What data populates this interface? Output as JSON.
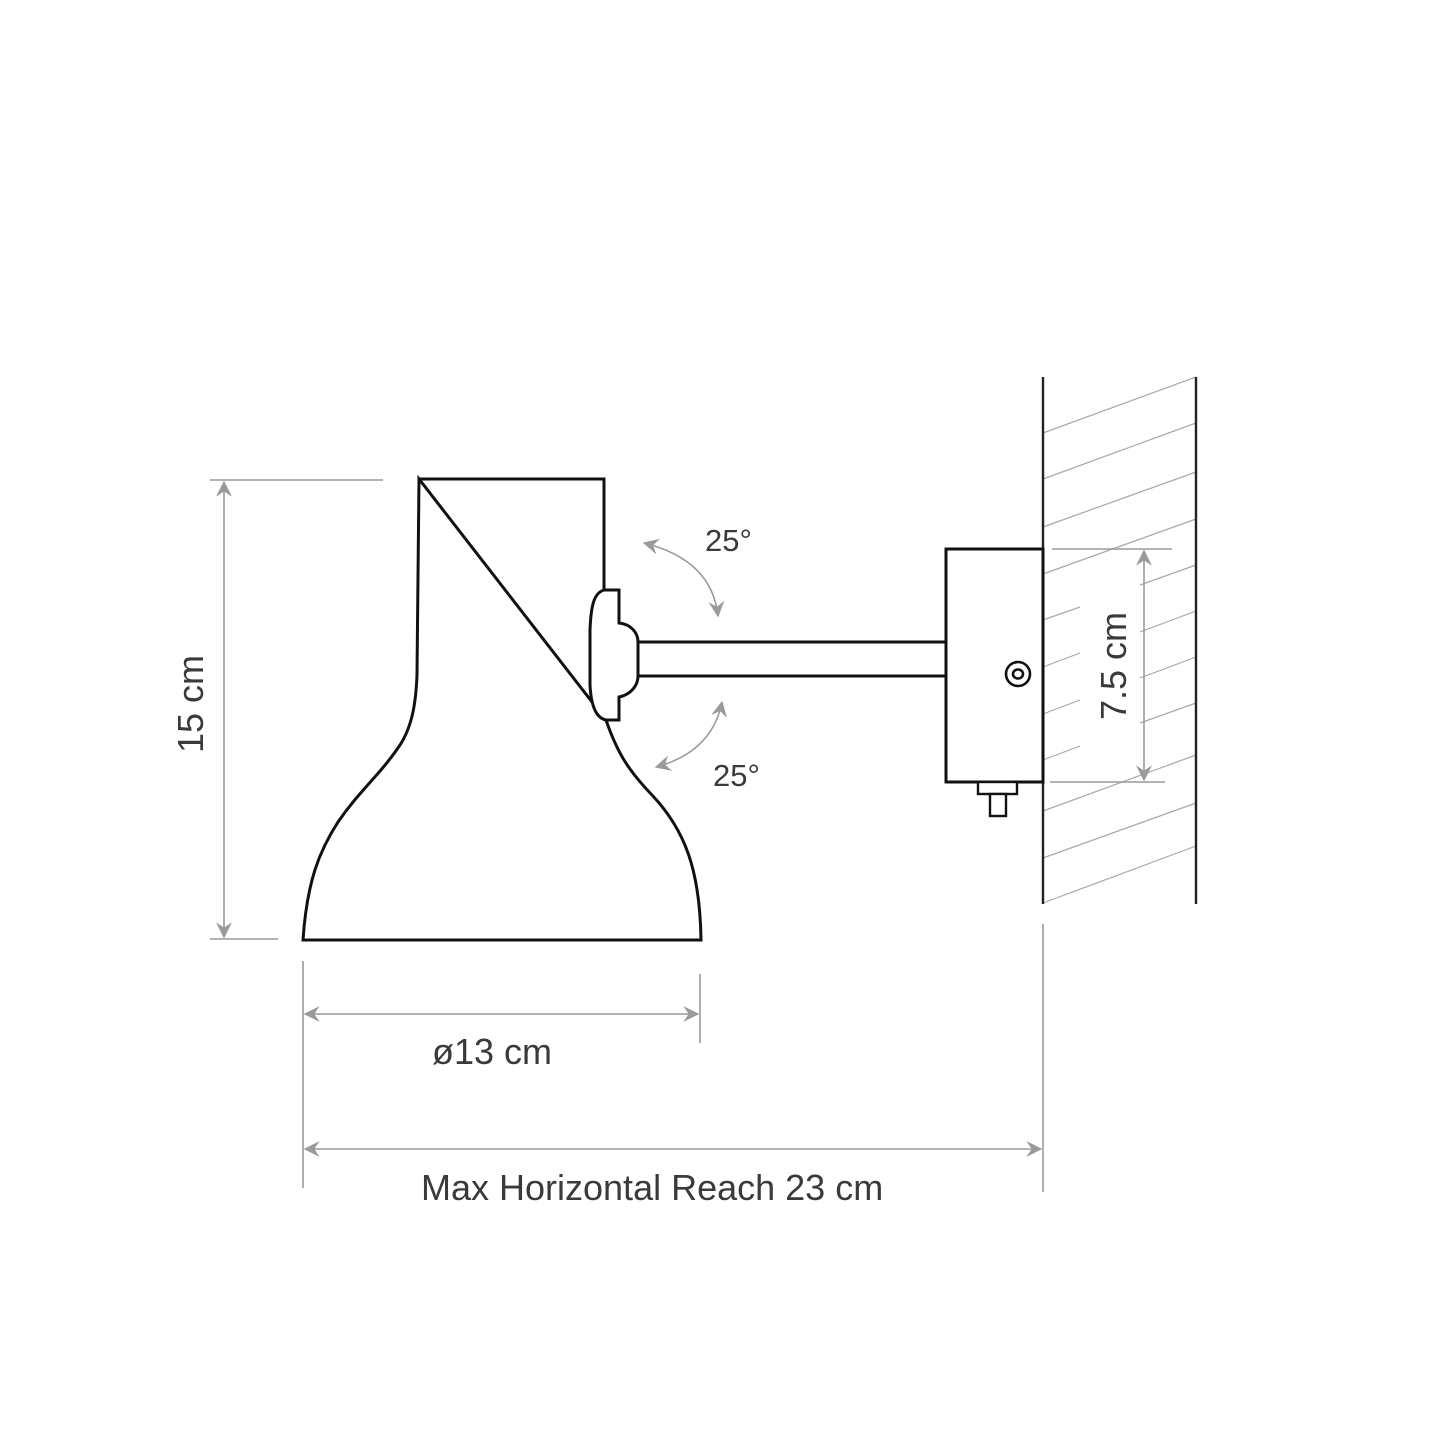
{
  "diagram": {
    "subject": "wall-mounted lamp dimension drawing",
    "colors": {
      "outline": "#111111",
      "dimension": "#9a9a9c",
      "hatch": "#a8a8aa",
      "text": "#3a3a3a",
      "background": "#ffffff"
    },
    "labels": {
      "angle_up": "25°",
      "angle_down": "25°",
      "height": "15 cm",
      "diameter": "ø13 cm",
      "backplate_height": "7.5 cm",
      "reach": "Max Horizontal Reach 23 cm"
    },
    "dimensions": {
      "shade_height_cm": 15,
      "shade_diameter_cm": 13,
      "backplate_height_cm": 7.5,
      "max_horizontal_reach_cm": 23,
      "tilt_up_deg": 25,
      "tilt_down_deg": 25
    }
  }
}
